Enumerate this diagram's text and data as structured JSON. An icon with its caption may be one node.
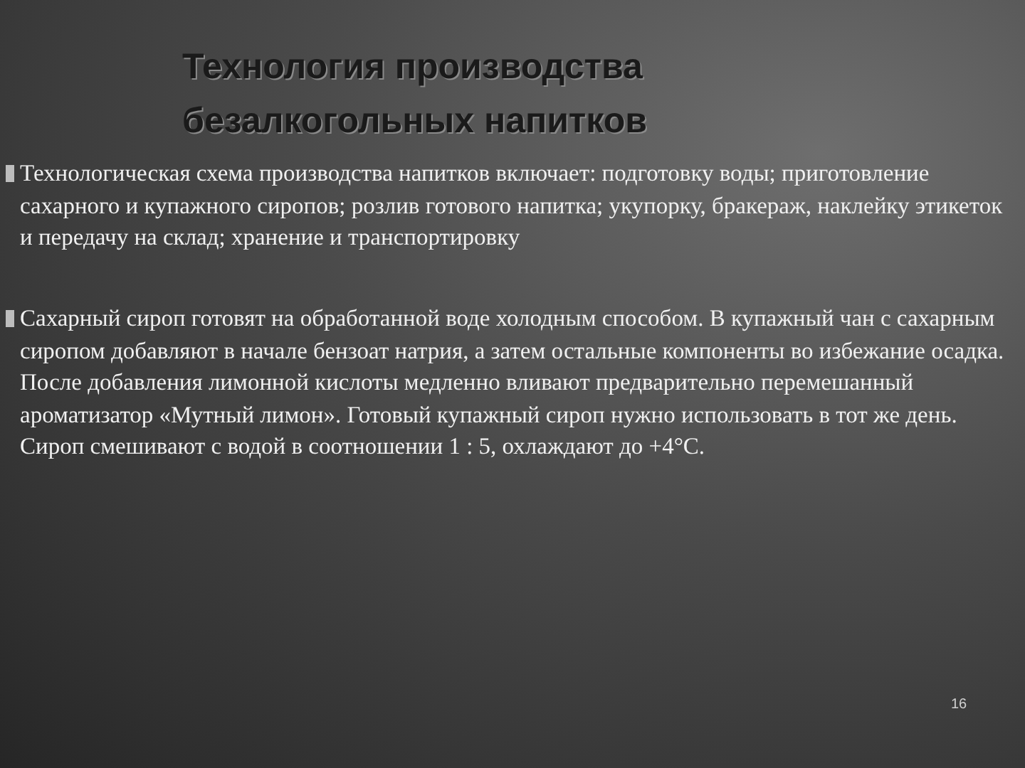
{
  "diagram": {
    "title": "Технология производства безалкогольных напитков",
    "labels": [
      "Технологическая схема производства напитков включает: подготовку воды; приготовление сахарного и купажного сиропов; розлив готового напитка; укупорку, бракераж, наклейку этикеток и передачу на склад; хранение и транспортировку",
      "Сахарный сироп готовят на обработанной воде холодным способом. В купажный чан с сахарным сиропом добавляют в начале бензоат натрия, а затем остальные компоненты во избежание осадка. После добавления лимонной кислоты медленно вливают предварительно перемешанный ароматизатор «Мутный лимон». Готовый купажный сироп нужно использовать в тот же день. Сироп смешивают с водой в соотношении 1 : 5, охлаждают до +4°С.",
      "16"
    ]
  }
}
